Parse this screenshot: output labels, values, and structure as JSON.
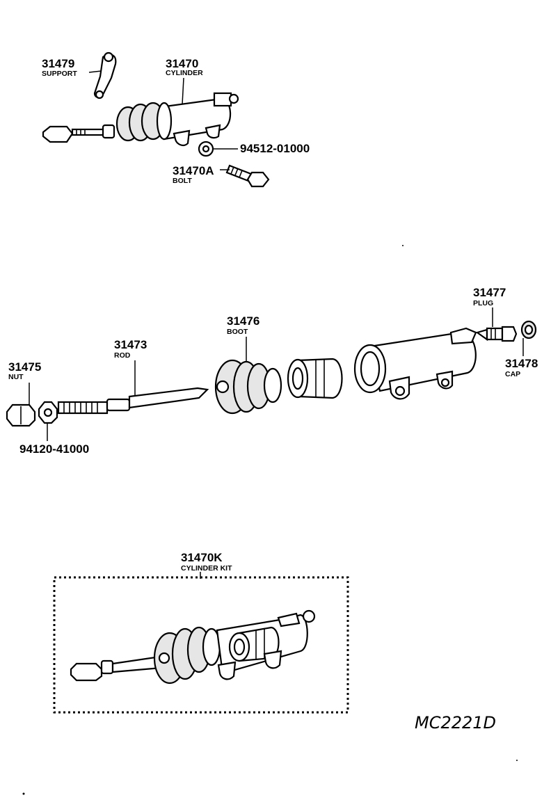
{
  "parts": {
    "support": {
      "number": "31479",
      "name": "SUPPORT"
    },
    "cylinder": {
      "number": "31470",
      "name": "CYLINDER"
    },
    "washer": {
      "number": "94512-01000"
    },
    "bolt": {
      "number": "31470A",
      "name": "BOLT"
    },
    "plug": {
      "number": "31477",
      "name": "PLUG"
    },
    "boot": {
      "number": "31476",
      "name": "BOOT"
    },
    "rod": {
      "number": "31473",
      "name": "ROD"
    },
    "nut": {
      "number": "31475",
      "name": "NUT"
    },
    "cap": {
      "number": "31478",
      "name": "CAP"
    },
    "locknut": {
      "number": "94120-41000"
    },
    "kit": {
      "number": "31470K",
      "name": "CYLINDER KIT"
    }
  },
  "drawing_code": "MC2221D"
}
